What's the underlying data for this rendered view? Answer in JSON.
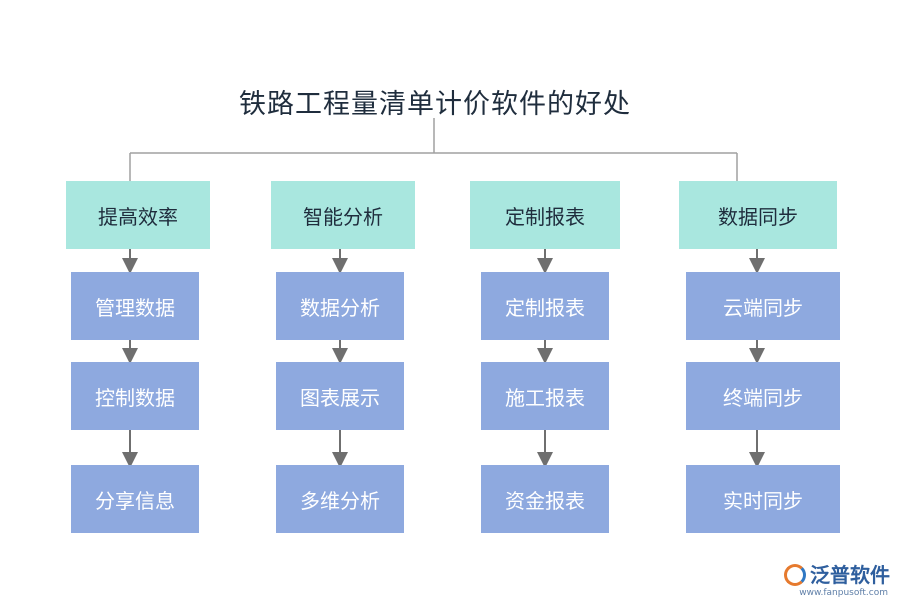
{
  "title": "铁路工程量清单计价软件的好处",
  "columns": [
    {
      "header": "提高效率",
      "items": [
        "管理数据",
        "控制数据",
        "分享信息"
      ]
    },
    {
      "header": "智能分析",
      "items": [
        "数据分析",
        "图表展示",
        "多维分析"
      ]
    },
    {
      "header": "定制报表",
      "items": [
        "定制报表",
        "施工报表",
        "资金报表"
      ]
    },
    {
      "header": "数据同步",
      "items": [
        "云端同步",
        "终端同步",
        "实时同步"
      ]
    }
  ],
  "logo": {
    "text": "泛普软件",
    "url": "www.fanpusoft.com"
  }
}
